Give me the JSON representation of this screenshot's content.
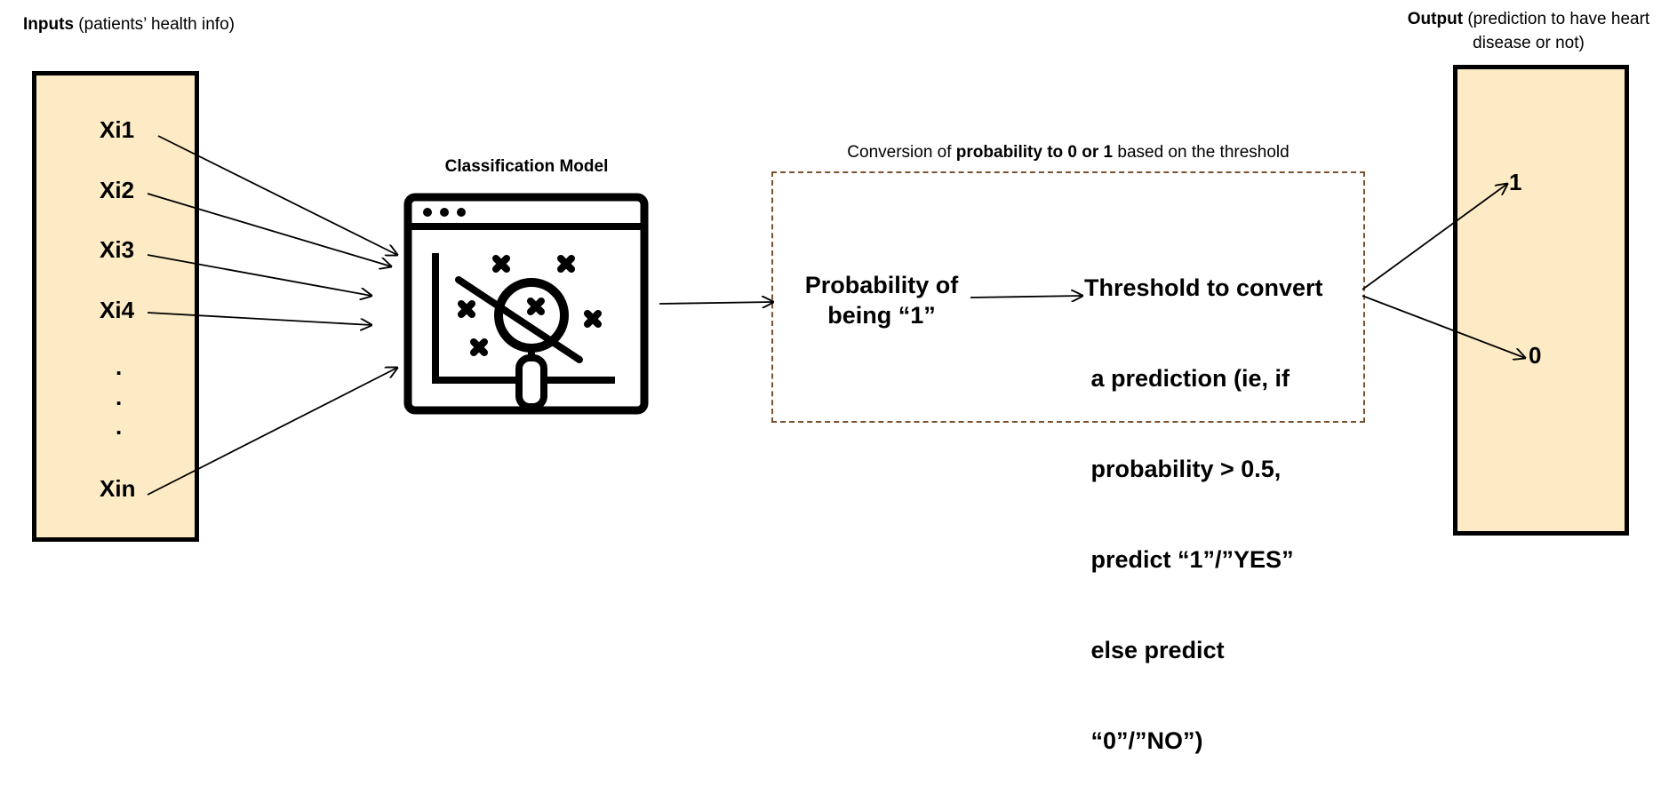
{
  "inputs": {
    "title_bold": "Inputs",
    "title_rest": "(patients’ health info)",
    "features": [
      "Xi1",
      "Xi2",
      "Xi3",
      "Xi4"
    ],
    "ellipsis": [
      ".",
      ".",
      "."
    ],
    "last_feature": "Xin"
  },
  "model": {
    "title": "Classification Model",
    "icon": "magnifier-chart-icon"
  },
  "conversion": {
    "caption_pre": "Conversion of",
    "caption_bold": "probability  to 0 or 1",
    "caption_post": "based on the threshold",
    "probability_line1": "Probability of",
    "probability_line2": "being “1”",
    "threshold_lines": [
      "Threshold to convert",
      " a prediction (ie, if",
      " probability > 0.5,",
      " predict “1”/”YES”",
      " else predict",
      " “0”/”NO”)"
    ]
  },
  "output": {
    "title_bold": "Output",
    "title_rest": "(prediction to have heart disease  or not)",
    "class_one": "1",
    "class_zero": "0"
  },
  "colors": {
    "box_fill": "#fcebc5",
    "dash_border": "#7a5230"
  }
}
